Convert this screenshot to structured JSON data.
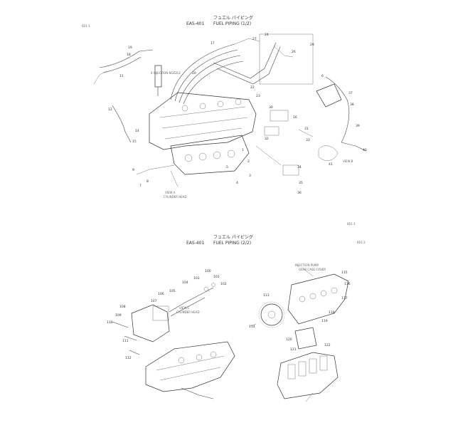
{
  "top": {
    "corner_ref": "601-1",
    "section_code": "EAS-401",
    "title_jp": "フュエル パイピング",
    "title_en": "FUEL PIPING (1/2)",
    "footer_ref": "601-1",
    "notes": {
      "note_injection": "4 INJECTION NOZZLE",
      "note_view": "VIEW A",
      "note_cyl": "CYLINDER HEAD",
      "note_view2": "VIEW B"
    }
  },
  "bottom": {
    "section_code": "EAS-401",
    "title_jp": "フュエル パイピング",
    "title_en": "FUEL PIPING (2/2)",
    "right_ref": "601-2",
    "notes": {
      "note_pump": "INJECTION PUMP",
      "note_cover": "GEAR CASE COVER",
      "note_view": "VIEW C",
      "note_head": "CYLINDER HEAD"
    }
  },
  "icons": {
    "engine-drawing": "line-art exploded engine view"
  }
}
